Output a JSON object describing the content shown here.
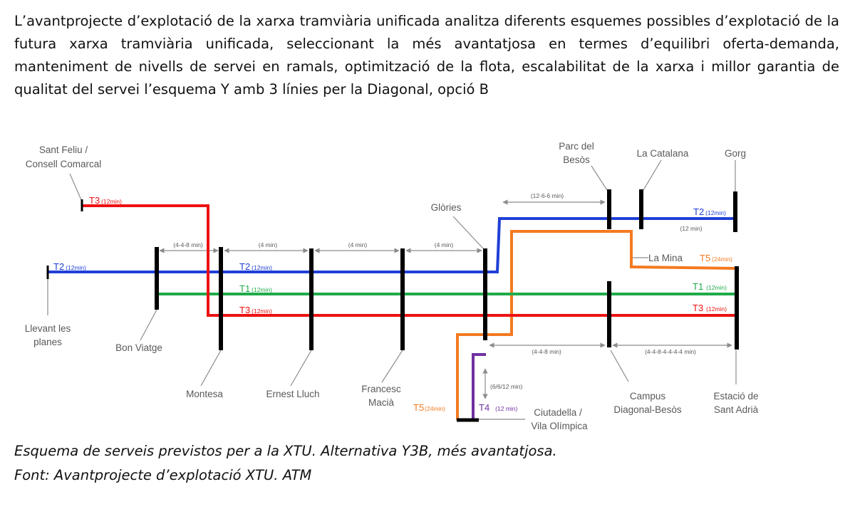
{
  "intro_text": "L’avantprojecte d’explotació de la xarxa tramviària unificada analitza diferents esquemes possibles d’explotació de la futura xarxa tramviària unificada, seleccionant la més avantatjosa en termes d’equilibri oferta-demanda, manteniment de nivells de servei en ramals, optimització de la flota, escalabilitat de la xarxa i millor garantia de qualitat del servei l’esquema Y amb 3 línies per la Diagonal, opció B",
  "diagram": {
    "stations": {
      "sant_feliu_1": "Sant Feliu /",
      "sant_feliu_2": "Consell Comarcal",
      "llevant_1": "Llevant les",
      "llevant_2": "planes",
      "bon_viatge": "Bon Viatge",
      "montesa": "Montesa",
      "ernest_lluch": "Ernest Lluch",
      "francesc_1": "Francesc",
      "francesc_2": "Macià",
      "glories": "Glòries",
      "ciutadella_1": "Ciutadella /",
      "ciutadella_2": "Vila Olímpica",
      "parc_besos_1": "Parc del",
      "parc_besos_2": "Besòs",
      "la_catalana": "La Catalana",
      "gorg": "Gorg",
      "la_mina": "La Mina",
      "campus_1": "Campus",
      "campus_2": "Diagonal-Besòs",
      "sant_adria_1": "Estació de",
      "sant_adria_2": "Sant Adrià"
    },
    "lines": {
      "t1": {
        "name": "T1",
        "freq": "(12min)",
        "color": "#1faa4a"
      },
      "t2": {
        "name": "T2",
        "freq": "(12min)",
        "color": "#1f3fd6"
      },
      "t3": {
        "name": "T3",
        "freq": "(12min)",
        "color": "#ee1111"
      },
      "t4": {
        "name": "T4",
        "freq": "(12 min)",
        "color": "#7030a0"
      },
      "t5": {
        "name": "T5",
        "freq": "(24min)",
        "color": "#f47a20"
      }
    },
    "intervals": {
      "bon_montesa": "(4-4-8 min)",
      "montesa_ernest": "(4 min)",
      "ernest_francesc": "(4 min)",
      "francesc_glories": "(4 min)",
      "glories_parc": "(12-6-6 min)",
      "t2_east": "(12 min)",
      "glories_campus": "(4-4-8 min)",
      "campus_adria": "(4-4-8-4-4-4-4 min)",
      "glories_ciutadella": "(6/6/12 min)"
    }
  },
  "caption": {
    "line1": "Esquema de serveis previstos per a la XTU. Alternativa Y3B, més avantatjosa.",
    "line2": "Font: Avantprojecte d’explotació XTU. ATM"
  }
}
